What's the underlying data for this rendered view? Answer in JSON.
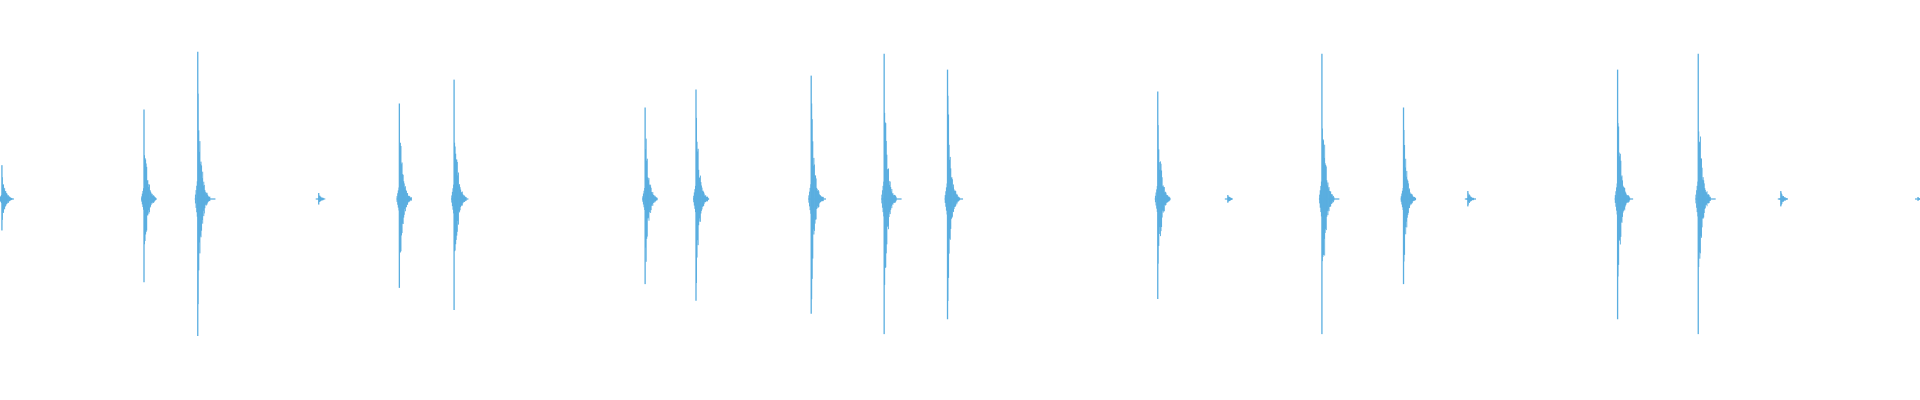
{
  "waveform": {
    "color": "#5aaee0",
    "baseline_color": "#5aaee0",
    "duration_fraction_visible": 1.0,
    "transients": [
      {
        "t": 0.001,
        "amp": 0.17
      },
      {
        "t": 0.075,
        "amp": 0.45
      },
      {
        "t": 0.103,
        "amp": 0.74
      },
      {
        "t": 0.166,
        "amp": 0.03
      },
      {
        "t": 0.208,
        "amp": 0.48
      },
      {
        "t": 0.2365,
        "amp": 0.6
      },
      {
        "t": 0.336,
        "amp": 0.46
      },
      {
        "t": 0.3625,
        "amp": 0.55
      },
      {
        "t": 0.4225,
        "amp": 0.62
      },
      {
        "t": 0.4605,
        "amp": 0.73
      },
      {
        "t": 0.4935,
        "amp": 0.65
      },
      {
        "t": 0.603,
        "amp": 0.54
      },
      {
        "t": 0.6395,
        "amp": 0.02
      },
      {
        "t": 0.6885,
        "amp": 0.73
      },
      {
        "t": 0.731,
        "amp": 0.46
      },
      {
        "t": 0.7645,
        "amp": 0.04
      },
      {
        "t": 0.8425,
        "amp": 0.65
      },
      {
        "t": 0.8845,
        "amp": 0.73
      },
      {
        "t": 0.9275,
        "amp": 0.04
      },
      {
        "t": 0.999,
        "amp": 0.01
      }
    ]
  }
}
